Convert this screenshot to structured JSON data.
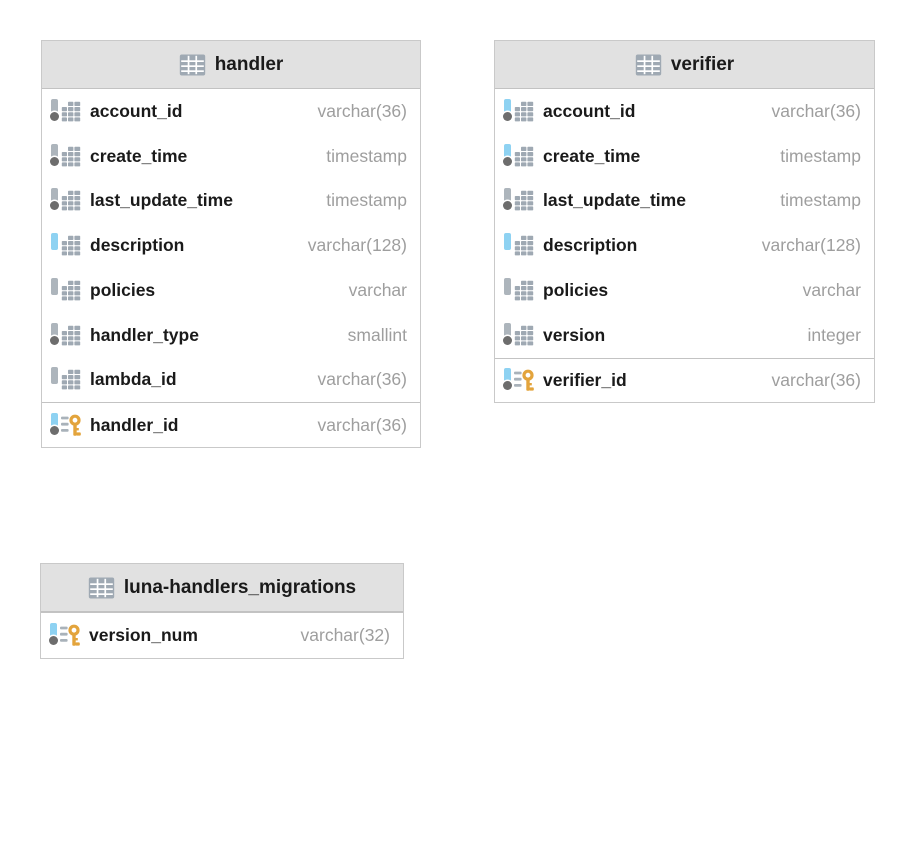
{
  "diagram": {
    "tables": [
      {
        "name": "handler",
        "header_icon": "table-grid-icon",
        "columns": [
          {
            "name": "account_id",
            "type": "varchar(36)",
            "indexed": false,
            "not_null": true,
            "primary_key": false
          },
          {
            "name": "create_time",
            "type": "timestamp",
            "indexed": false,
            "not_null": true,
            "primary_key": false
          },
          {
            "name": "last_update_time",
            "type": "timestamp",
            "indexed": false,
            "not_null": true,
            "primary_key": false
          },
          {
            "name": "description",
            "type": "varchar(128)",
            "indexed": true,
            "not_null": false,
            "primary_key": false
          },
          {
            "name": "policies",
            "type": "varchar",
            "indexed": false,
            "not_null": false,
            "primary_key": false
          },
          {
            "name": "handler_type",
            "type": "smallint",
            "indexed": false,
            "not_null": true,
            "primary_key": false
          },
          {
            "name": "lambda_id",
            "type": "varchar(36)",
            "indexed": false,
            "not_null": false,
            "primary_key": false
          },
          {
            "name": "handler_id",
            "type": "varchar(36)",
            "indexed": true,
            "not_null": true,
            "primary_key": true
          }
        ]
      },
      {
        "name": "verifier",
        "header_icon": "table-grid-icon",
        "columns": [
          {
            "name": "account_id",
            "type": "varchar(36)",
            "indexed": true,
            "not_null": true,
            "primary_key": false
          },
          {
            "name": "create_time",
            "type": "timestamp",
            "indexed": true,
            "not_null": true,
            "primary_key": false
          },
          {
            "name": "last_update_time",
            "type": "timestamp",
            "indexed": false,
            "not_null": true,
            "primary_key": false
          },
          {
            "name": "description",
            "type": "varchar(128)",
            "indexed": true,
            "not_null": false,
            "primary_key": false
          },
          {
            "name": "policies",
            "type": "varchar",
            "indexed": false,
            "not_null": false,
            "primary_key": false
          },
          {
            "name": "version",
            "type": "integer",
            "indexed": false,
            "not_null": true,
            "primary_key": false
          },
          {
            "name": "verifier_id",
            "type": "varchar(36)",
            "indexed": true,
            "not_null": true,
            "primary_key": true
          }
        ]
      },
      {
        "name": "luna-handlers_migrations",
        "header_icon": "table-grid-icon",
        "columns": [
          {
            "name": "version_num",
            "type": "varchar(32)",
            "indexed": true,
            "not_null": true,
            "primary_key": true
          }
        ]
      }
    ]
  },
  "colors": {
    "canvas_bg": "#ffffff",
    "header_bg": "#e1e1e1",
    "table_border": "#c9c9c9",
    "header_border": "#c2c2c2",
    "pk_divider": "#c3c3c3",
    "column_name": "#1a1a1a",
    "column_type": "#9e9e9e",
    "grid_icon": "#9fa9b3",
    "index_bar_blue": "#8ed2f2",
    "index_bar_gray": "#adb5bc",
    "not_null_dot": "#6d6d6d",
    "key_gold": "#e3a43c"
  }
}
